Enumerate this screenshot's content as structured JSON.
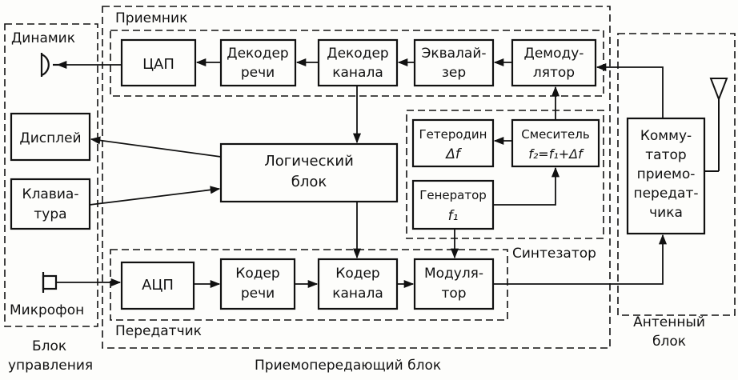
{
  "receiver": {
    "title": "Приемник",
    "dac": "ЦАП",
    "speech_decoder": [
      "Декодер",
      "речи"
    ],
    "channel_decoder": [
      "Декодер",
      "канала"
    ],
    "equalizer": [
      "Эквалай-",
      "зер"
    ],
    "demodulator": [
      "Демоду-",
      "лятор"
    ]
  },
  "synthesizer": {
    "title": "Синтезатор",
    "heterodyne": [
      "Гетеродин",
      "Δf"
    ],
    "mixer": [
      "Смеситель",
      "f₂=f₁+Δf"
    ],
    "generator": [
      "Генератор",
      "f₁"
    ]
  },
  "logic_block": [
    "Логический",
    "блок"
  ],
  "transmitter": {
    "title": "Передатчик",
    "adc": "АЦП",
    "speech_coder": [
      "Кодер",
      "речи"
    ],
    "channel_coder": [
      "Кодер",
      "канала"
    ],
    "modulator": [
      "Модуля-",
      "тор"
    ]
  },
  "control_unit": {
    "title": [
      "Блок",
      "управления"
    ],
    "speaker": "Динамик",
    "display": "Дисплей",
    "keyboard": [
      "Клавиа-",
      "тура"
    ],
    "microphone": "Микрофон"
  },
  "antenna_unit": {
    "title": [
      "Антенный",
      "блок"
    ],
    "switch": [
      "Комму-",
      "татор",
      "приемо-",
      "передат-",
      "чика"
    ]
  },
  "transceiver_title": "Приемопередающий блок"
}
